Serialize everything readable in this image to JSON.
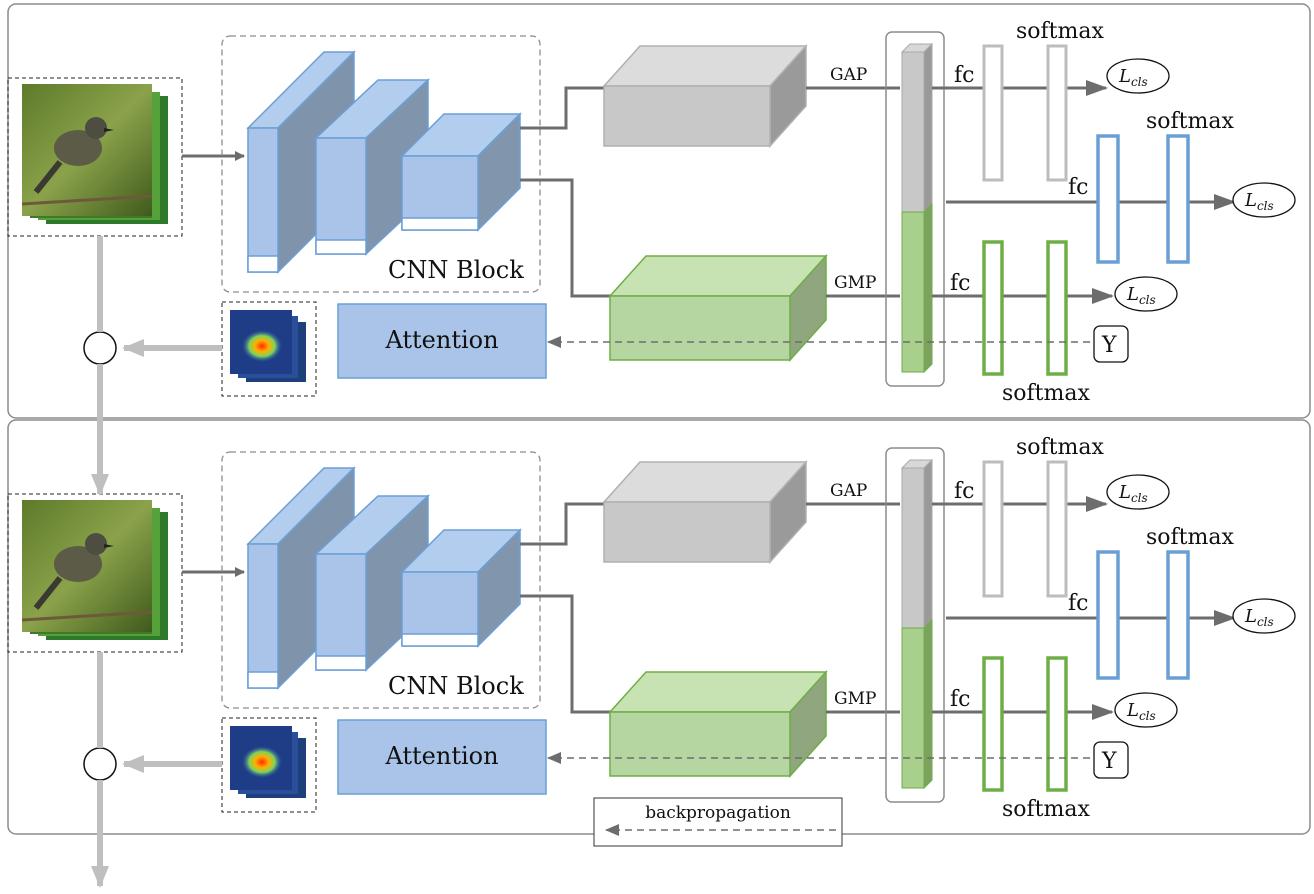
{
  "stages": [
    {
      "cnn_label": "CNN Block",
      "attention_label": "Attention",
      "gap_label": "GAP",
      "gmp_label": "GMP",
      "fc_top": "fc",
      "fc_mid": "fc",
      "fc_bottom": "fc",
      "softmax_top": "softmax",
      "softmax_mid": "softmax",
      "softmax_bottom": "softmax",
      "loss_main": "L",
      "loss_sub": "cls",
      "target_label": "Y"
    },
    {
      "cnn_label": "CNN Block",
      "attention_label": "Attention",
      "gap_label": "GAP",
      "gmp_label": "GMP",
      "fc_top": "fc",
      "fc_mid": "fc",
      "fc_bottom": "fc",
      "softmax_top": "softmax",
      "softmax_mid": "softmax",
      "softmax_bottom": "softmax",
      "loss_main": "L",
      "loss_sub": "cls",
      "target_label": "Y"
    }
  ],
  "legend": {
    "backprop_label": "backpropagation"
  },
  "colors": {
    "blue_fill": "#a9c4e8",
    "blue_stroke": "#6a9fd6",
    "green_fill": "#b5d6a0",
    "green_stroke": "#6fad47",
    "gray_fill": "#c8c8c8",
    "arrow_gray": "#6d6d6d",
    "light_arrow": "#bfbfbf",
    "panel_border": "#8c8c8c"
  }
}
